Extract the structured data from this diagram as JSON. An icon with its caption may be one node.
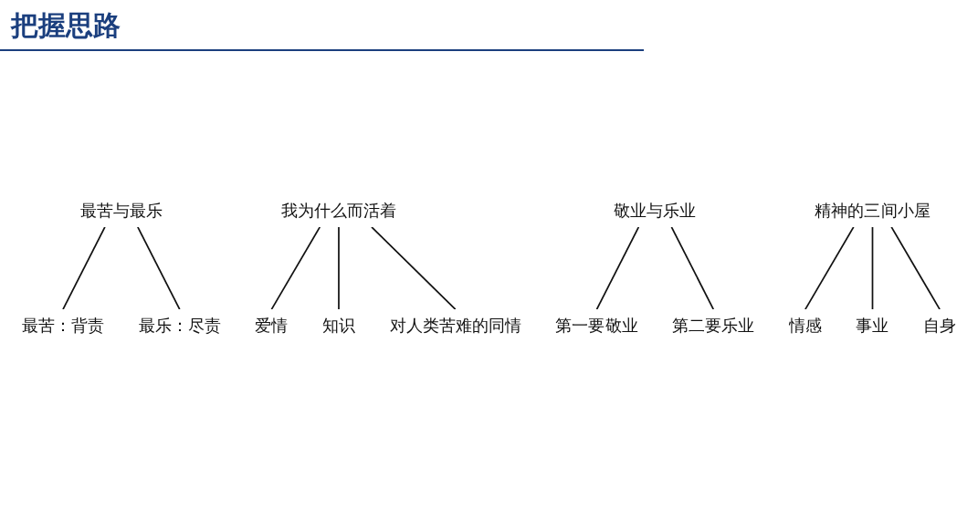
{
  "diagram": {
    "title": "把握思路",
    "nodes": [
      {
        "text": [
          "最苦与最乐"
        ]
      },
      {
        "text": [
          "最苦：背责"
        ]
      },
      {
        "text": [
          "最乐：尽责"
        ]
      },
      {
        "text": [
          "我为什么而活着"
        ]
      },
      {
        "text": [
          "爱情"
        ]
      },
      {
        "text": [
          "知识"
        ]
      },
      {
        "text": [
          "对人类苦难的同情"
        ]
      },
      {
        "text": [
          "敬业与乐业"
        ]
      },
      {
        "text": [
          "第一要敬业"
        ]
      },
      {
        "text": [
          "第二要乐业"
        ]
      },
      {
        "text": [
          "精神的三间小屋"
        ]
      },
      {
        "text": [
          "情感"
        ]
      },
      {
        "text": [
          "事业"
        ]
      },
      {
        "text": [
          "自身"
        ]
      }
    ],
    "edges": [
      {
        "from": 0,
        "to": 1,
        "arrow": "none"
      },
      {
        "from": 0,
        "to": 2,
        "arrow": "none"
      },
      {
        "from": 3,
        "to": 4,
        "arrow": "none"
      },
      {
        "from": 3,
        "to": 5,
        "arrow": "none"
      },
      {
        "from": 3,
        "to": 6,
        "arrow": "none"
      },
      {
        "from": 7,
        "to": 8,
        "arrow": "none"
      },
      {
        "from": 7,
        "to": 9,
        "arrow": "none"
      },
      {
        "from": 10,
        "to": 11,
        "arrow": "none"
      },
      {
        "from": 10,
        "to": 12,
        "arrow": "none"
      },
      {
        "from": 10,
        "to": 13,
        "arrow": "none"
      }
    ]
  }
}
